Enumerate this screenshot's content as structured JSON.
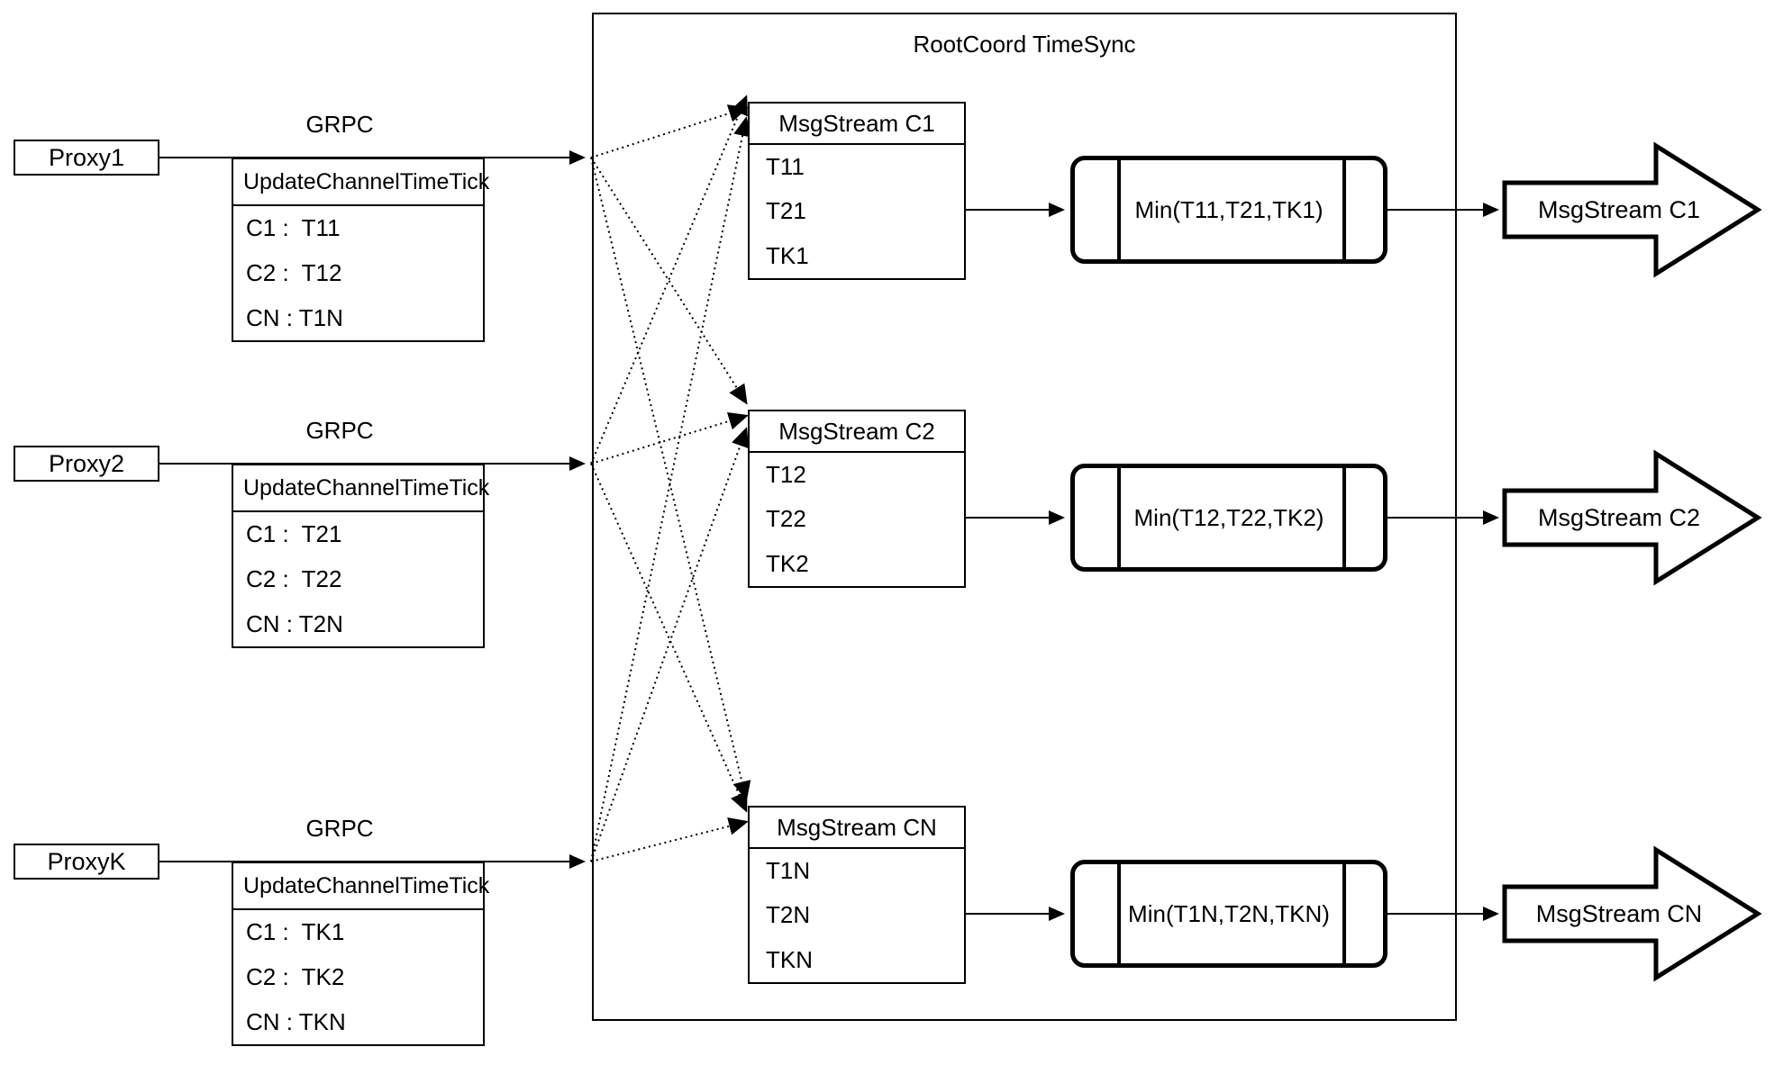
{
  "root": {
    "title": "RootCoord TimeSync"
  },
  "grpc_label": "GRPC",
  "proxies": [
    {
      "name": "Proxy1",
      "msg_header": "UpdateChannelTimeTick",
      "rows": [
        "C1 :  T11",
        "C2 :  T12",
        "CN : T1N"
      ]
    },
    {
      "name": "Proxy2",
      "msg_header": "UpdateChannelTimeTick",
      "rows": [
        "C1 :  T21",
        "C2 :  T22",
        "CN : T2N"
      ]
    },
    {
      "name": "ProxyK",
      "msg_header": "UpdateChannelTimeTick",
      "rows": [
        "C1 :  TK1",
        "C2 :  TK2",
        "CN : TKN"
      ]
    }
  ],
  "streams": [
    {
      "table_header": "MsgStream C1",
      "rows": [
        "T11",
        "T21",
        "TK1"
      ],
      "min": "Min(T11,T21,TK1)",
      "out": "MsgStream C1"
    },
    {
      "table_header": "MsgStream C2",
      "rows": [
        "T12",
        "T22",
        "TK2"
      ],
      "min": "Min(T12,T22,TK2)",
      "out": "MsgStream C2"
    },
    {
      "table_header": "MsgStream CN",
      "rows": [
        "T1N",
        "T2N",
        "TKN"
      ],
      "min": "Min(T1N,T2N,TKN)",
      "out": "MsgStream CN"
    }
  ],
  "colors": {
    "stroke": "#000000",
    "background": "#ffffff"
  }
}
